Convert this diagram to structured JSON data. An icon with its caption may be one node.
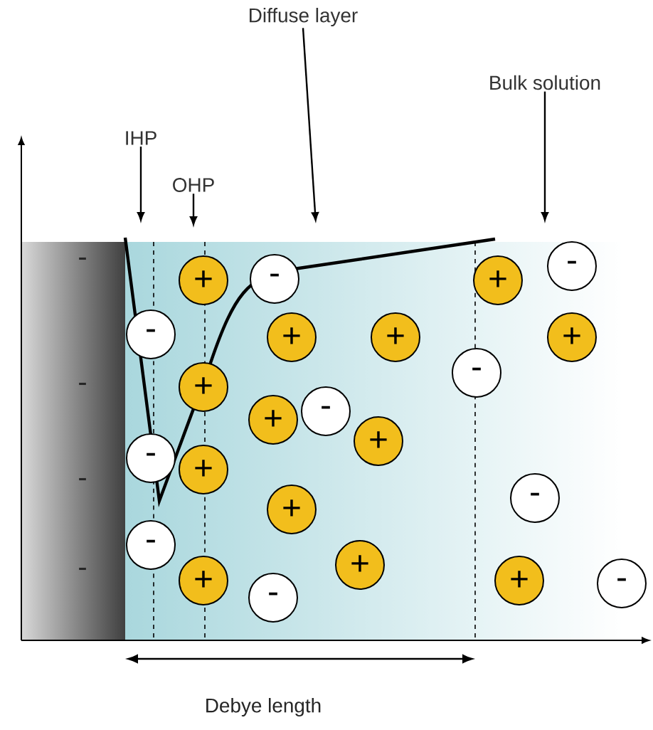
{
  "diagram": {
    "nodes": [
      {
        "text": [
          "Diffuse layer"
        ]
      },
      {
        "text": [
          "Bulk solution"
        ]
      },
      {
        "text": [
          "IHP"
        ]
      },
      {
        "text": [
          "OHP"
        ]
      },
      {
        "text": [
          "-"
        ]
      },
      {
        "text": [
          "-"
        ]
      },
      {
        "text": [
          "+"
        ]
      },
      {
        "text": [
          "+"
        ]
      },
      {
        "text": [
          "-"
        ]
      },
      {
        "text": [
          "+"
        ]
      },
      {
        "text": [
          "+"
        ]
      },
      {
        "text": [
          "+"
        ]
      },
      {
        "text": [
          "-"
        ]
      },
      {
        "text": [
          "+"
        ]
      },
      {
        "text": [
          "-"
        ]
      },
      {
        "text": [
          "+"
        ]
      },
      {
        "text": [
          "+"
        ]
      },
      {
        "text": [
          "-"
        ]
      },
      {
        "text": [
          "+"
        ]
      },
      {
        "text": [
          "-"
        ]
      },
      {
        "text": [
          "+"
        ]
      },
      {
        "text": [
          "-"
        ]
      },
      {
        "text": [
          "+"
        ]
      },
      {
        "text": [
          "+"
        ]
      },
      {
        "text": [
          "+"
        ]
      },
      {
        "text": [
          "-"
        ]
      },
      {
        "text": [
          "-"
        ]
      }
    ],
    "edges": [
      {
        "from": 0,
        "to": null,
        "arrow": "to"
      },
      {
        "from": 1,
        "to": null,
        "arrow": "to"
      },
      {
        "from": 2,
        "to": null,
        "arrow": "to"
      },
      {
        "from": 3,
        "to": null,
        "arrow": "to"
      }
    ],
    "labels": [
      "-",
      "-",
      "-",
      "-",
      "Debye length"
    ]
  }
}
